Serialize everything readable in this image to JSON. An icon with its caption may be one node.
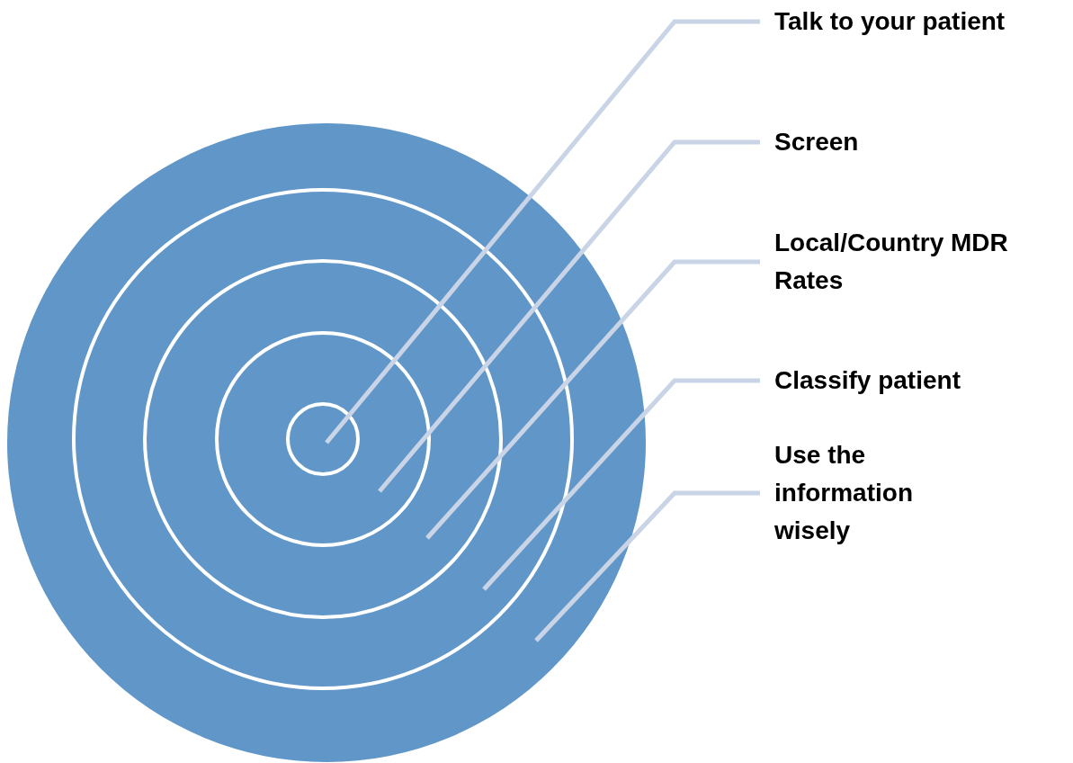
{
  "diagram": {
    "nodes": [
      {
        "text": [
          "Talk to your patient"
        ]
      },
      {
        "text": [
          "Screen"
        ]
      },
      {
        "text": [
          "Local/Country MDR Rates"
        ]
      },
      {
        "text": [
          "Classify patient"
        ]
      },
      {
        "text": [
          "Use the information wisely"
        ]
      },
      {
        "text": [],
        "shape": "circle"
      },
      {
        "text": [],
        "shape": "circle",
        "in": 5
      },
      {
        "text": [],
        "shape": "circle",
        "in": 6
      },
      {
        "text": [],
        "shape": "circle",
        "in": 7
      },
      {
        "text": [],
        "shape": "circle",
        "in": 8
      }
    ],
    "edges": [
      {
        "from": 0,
        "to": 9,
        "arrow": "none"
      },
      {
        "from": 1,
        "to": 8,
        "arrow": "none"
      },
      {
        "from": 2,
        "to": 7,
        "arrow": "none"
      },
      {
        "from": 3,
        "to": 6,
        "arrow": "none"
      },
      {
        "from": 4,
        "to": 5,
        "arrow": "none"
      }
    ]
  }
}
